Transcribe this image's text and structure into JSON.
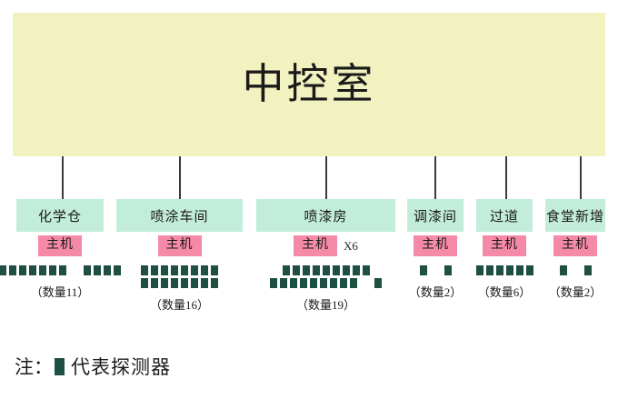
{
  "diagram": {
    "control_room": {
      "title": "中控室",
      "fill_color": "#F2F2C0"
    },
    "colors": {
      "header_yellow": "#F2F2C0",
      "department_teal": "#C2EDDB",
      "host_pink": "#F589A8",
      "detector_green": "#1D4F42",
      "connector_line": "#3A3A3A"
    },
    "departments": [
      {
        "name": "化学仓",
        "host_label": "主机",
        "host_multiplier": "",
        "count_label": "（数量11）",
        "detector_count": 11,
        "detector_rows": [
          [
            7,
            4
          ]
        ]
      },
      {
        "name": "喷涂车间",
        "host_label": "主机",
        "host_multiplier": "",
        "count_label": "（数量16）",
        "detector_count": 16,
        "detector_rows": [
          [
            8
          ],
          [
            8
          ]
        ]
      },
      {
        "name": "喷漆房",
        "host_label": "主机",
        "host_multiplier": "X6",
        "count_label": "（数量19）",
        "detector_count": 19,
        "detector_rows": [
          [
            9
          ],
          [
            9,
            1
          ]
        ]
      },
      {
        "name": "调漆间",
        "host_label": "主机",
        "host_multiplier": "",
        "count_label": "（数量2）",
        "detector_count": 2,
        "detector_rows": [
          [
            1,
            1
          ]
        ]
      },
      {
        "name": "过道",
        "host_label": "主机",
        "host_multiplier": "",
        "count_label": "（数量6）",
        "detector_count": 6,
        "detector_rows": [
          [
            6
          ]
        ]
      },
      {
        "name": "食堂新增",
        "host_label": "主机",
        "host_multiplier": "",
        "count_label": "（数量2）",
        "detector_count": 2,
        "detector_rows": [
          [
            1,
            1
          ]
        ]
      }
    ],
    "legend": {
      "prefix": "注：",
      "suffix": "代表探测器"
    }
  }
}
